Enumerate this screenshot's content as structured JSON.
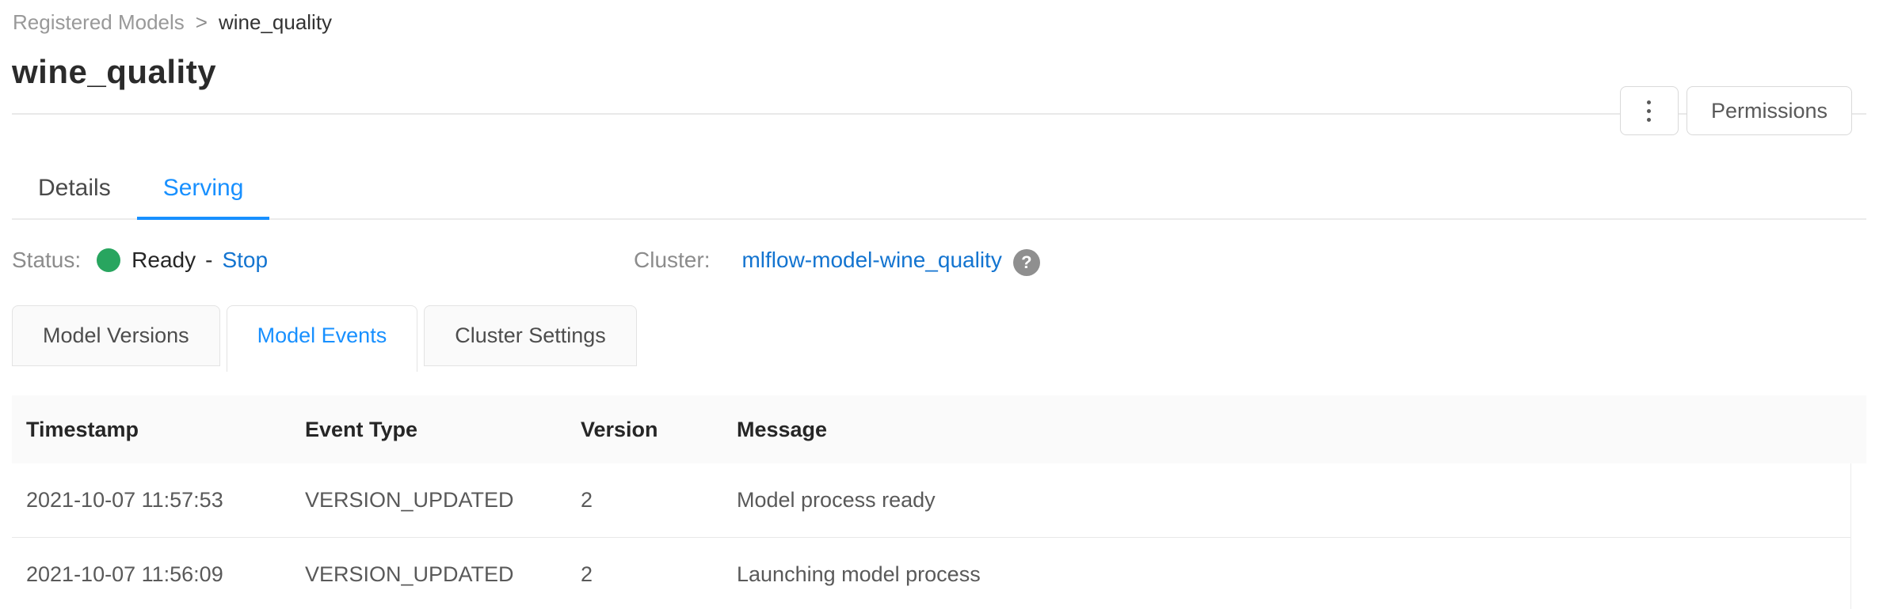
{
  "breadcrumb": {
    "root": "Registered Models",
    "separator": ">",
    "current": "wine_quality"
  },
  "header": {
    "title": "wine_quality",
    "permissions_label": "Permissions",
    "kebab_icon": "vertical-ellipsis"
  },
  "main_tabs": {
    "items": [
      {
        "label": "Details",
        "active": false
      },
      {
        "label": "Serving",
        "active": true
      }
    ]
  },
  "status": {
    "label": "Status:",
    "value": "Ready",
    "separator": "-",
    "action_label": "Stop",
    "dot_icon": "green-circle",
    "dot_color": "#28a55f"
  },
  "cluster": {
    "label": "Cluster:",
    "link_label": "mlflow-model-wine_quality",
    "help_icon": "?"
  },
  "sub_tabs": {
    "items": [
      {
        "label": "Model Versions",
        "active": false
      },
      {
        "label": "Model Events",
        "active": true
      },
      {
        "label": "Cluster Settings",
        "active": false
      }
    ]
  },
  "table": {
    "columns": [
      "Timestamp",
      "Event Type",
      "Version",
      "Message"
    ],
    "rows": [
      [
        "2021-10-07 11:57:53",
        "VERSION_UPDATED",
        "2",
        "Model process ready"
      ],
      [
        "2021-10-07 11:56:09",
        "VERSION_UPDATED",
        "2",
        "Launching model process"
      ]
    ]
  },
  "colors": {
    "tab_accent": "#1890ff",
    "link": "#1374d0",
    "status_green": "#28a55f",
    "header_bg": "#fafafa"
  }
}
